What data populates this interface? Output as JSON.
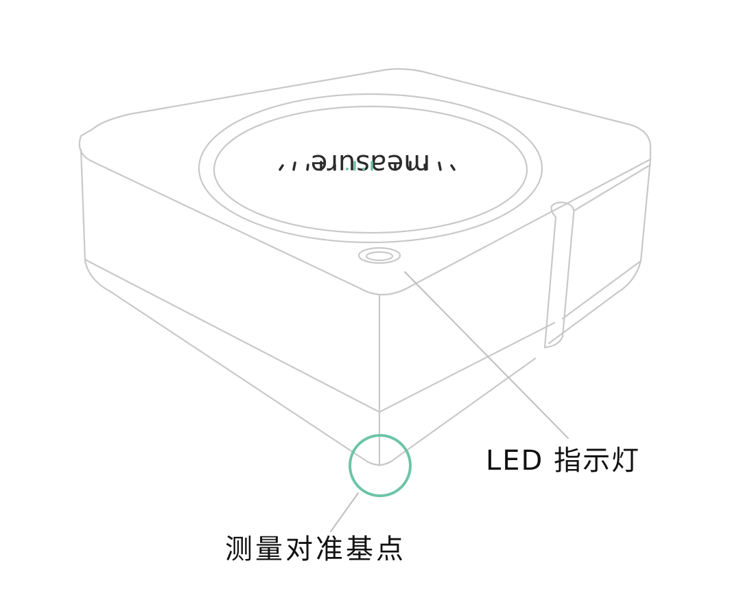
{
  "figure": {
    "subject": "measure device (square puck with rounded corners)",
    "device_logo": {
      "text": "measure",
      "orientation": "upside-down",
      "tick_marks": 11,
      "highlighted_ticks": 2
    },
    "callouts": [
      {
        "id": "led",
        "label": "LED 指示灯",
        "target": "LED indicator ring on top face near front corner"
      },
      {
        "id": "datum",
        "label": "测量对准基点",
        "target": "bottom front corner of device"
      }
    ]
  },
  "colors": {
    "background": "#ffffff",
    "outline": "#c8c8c8",
    "leader_line": "#bdbdbd",
    "highlight_circle": "#6cc4a8",
    "logo_text": "#2b2b2b",
    "logo_accent_ticks": "#6cc4a8",
    "label_text": "#111111"
  }
}
